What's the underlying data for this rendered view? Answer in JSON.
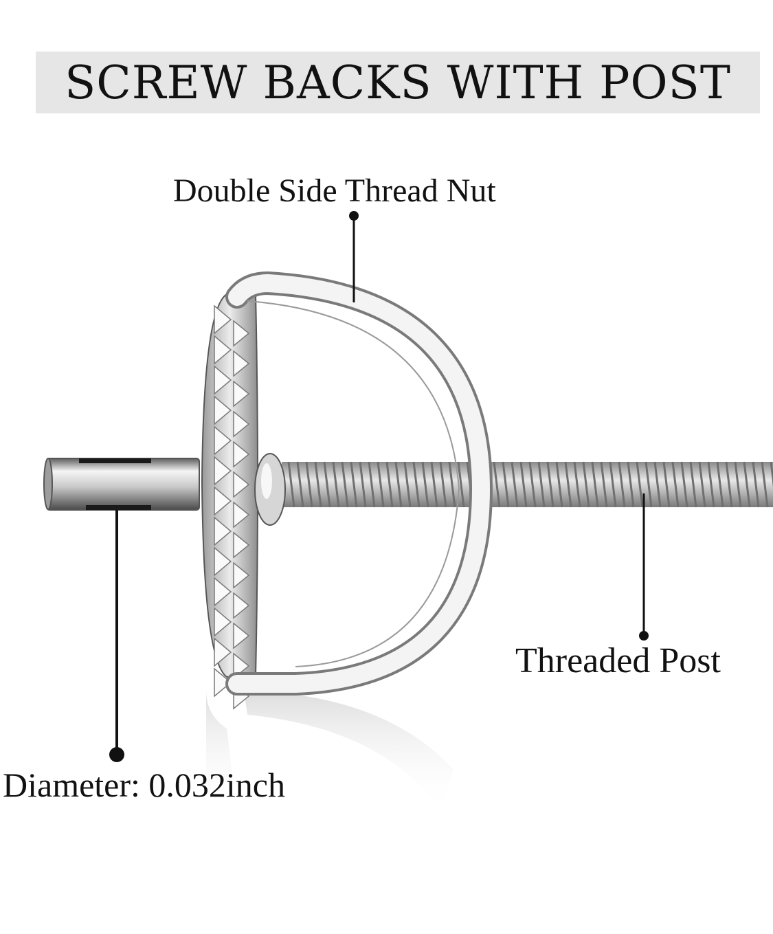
{
  "title": "SCREW BACKS WITH POST",
  "callouts": {
    "nut": "Double Side Thread Nut",
    "post": "Threaded Post",
    "diameter": "Diameter: 0.032inch"
  },
  "colors": {
    "title_band": "#e6e6e6",
    "text": "#111111",
    "metal_light": "#f2f2f2",
    "metal_mid": "#bdbdbd",
    "metal_dark": "#6b6b6b"
  }
}
